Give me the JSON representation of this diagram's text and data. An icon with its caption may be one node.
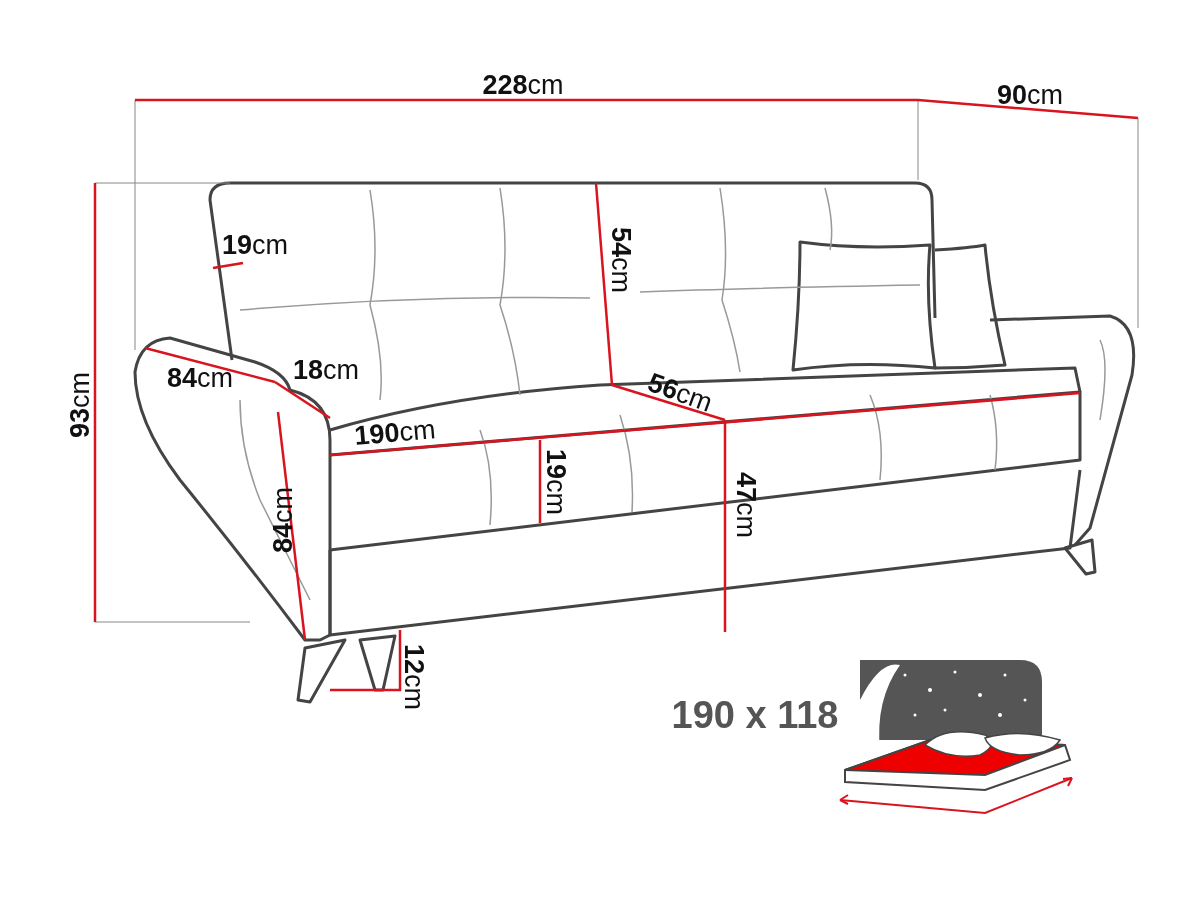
{
  "diagram": {
    "labels": [
      "**228**cm",
      "**90**cm",
      "**19**cm",
      "**54**cm",
      "**93**cm",
      "**84**cm",
      "**18**cm",
      "**56**cm",
      "**190**cm",
      "**19**cm",
      "**47**cm",
      "**84**cm",
      "**12**cm",
      "190 x 118"
    ]
  }
}
